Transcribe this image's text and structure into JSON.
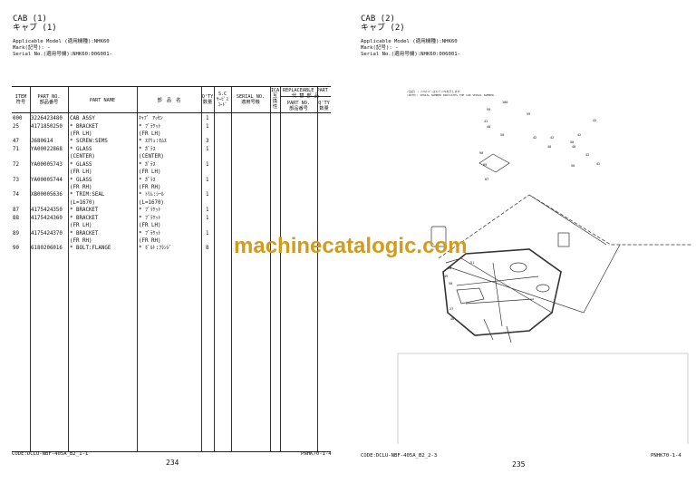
{
  "left_page": {
    "title_en": "CAB (1)",
    "title_jp": "キャブ (1)",
    "applicable_model": "Applicable Model (適用機種):NHK60",
    "mark": "Mark(記号): -",
    "serial": "Serial No.(適用号機):NHK60:006001-",
    "headers": {
      "item": "ITEM\n符号",
      "part_no": "PART NO.\n部品番号",
      "part_name": "PART NAME",
      "jp_name": "部　品　名",
      "qty": "Q'TY\n数量",
      "sc": "S.C\nｻｰﾋﾞｽ\nｺｰﾄﾞ",
      "serial": "SERIAL NO.\n適用号機",
      "ica": "ICA\n互\n換\n性",
      "replaceable": "REPLACEABLE PART\n代 替 部 品",
      "rep_part_no": "PART NO.\n部品番号",
      "rep_qty": "Q'TY\n数量"
    },
    "rows": [
      {
        "item": "000",
        "part_no": "3226423480",
        "name": [
          "CAB ASSY"
        ],
        "jp": [
          "ｷｬﾌﾞ ｱｯｾﾝ"
        ],
        "qty": "1"
      },
      {
        "item": "25",
        "part_no": "4171850250",
        "name": [
          "* BRACKET",
          "(FR LH)"
        ],
        "jp": [
          "* ﾌﾞﾗｹｯﾄ",
          "(FR LH)"
        ],
        "qty": "1"
      },
      {
        "item": "47",
        "part_no": "J680614",
        "name": [
          "* SCREW:SEMS"
        ],
        "jp": [
          "* ｽｸﾘｭ:ｾﾑｽ"
        ],
        "qty": "3"
      },
      {
        "item": "71",
        "part_no": "YA00022868",
        "name": [
          "* GLASS",
          "(CENTER)"
        ],
        "jp": [
          "* ｶﾞﾗｽ",
          "(CENTER)"
        ],
        "qty": "1"
      },
      {
        "item": "72",
        "part_no": "YA00005743",
        "name": [
          "* GLASS",
          "(FR LH)"
        ],
        "jp": [
          "* ｶﾞﾗｽ",
          "(FR LH)"
        ],
        "qty": "1"
      },
      {
        "item": "73",
        "part_no": "YA00005744",
        "name": [
          "* GLASS",
          "(FR RH)"
        ],
        "jp": [
          "* ｶﾞﾗｽ",
          "(FR RH)"
        ],
        "qty": "1"
      },
      {
        "item": "74",
        "part_no": "XB00005636",
        "name": [
          "* TRIM:SEAL",
          "(L=1670)"
        ],
        "jp": [
          "* ﾄﾘﾑ:ｼｰﾙ",
          "(L=1670)"
        ],
        "qty": "1"
      },
      {
        "item": "87",
        "part_no": "4175424350",
        "name": [
          "* BRACKET"
        ],
        "jp": [
          "* ﾌﾞﾗｹｯﾄ"
        ],
        "qty": "1"
      },
      {
        "item": "88",
        "part_no": "4175424360",
        "name": [
          "* BRACKET",
          "(FR LH)"
        ],
        "jp": [
          "* ﾌﾞﾗｹｯﾄ",
          "(FR LH)"
        ],
        "qty": "1"
      },
      {
        "item": "89",
        "part_no": "4175424370",
        "name": [
          "* BRACKET",
          "(FR RH)"
        ],
        "jp": [
          "* ﾌﾞﾗｹｯﾄ",
          "(FR RH)"
        ],
        "qty": "1"
      },
      {
        "item": "90",
        "part_no": "6180206016",
        "name": [
          "* BOLT:FLANGE"
        ],
        "jp": [
          "* ﾎﾞﾙﾄ:ﾌﾗﾝｼﾞ"
        ],
        "qty": "8"
      }
    ],
    "code": "CODE:DCLU-NBF-405A_B2_1-1",
    "ref": "PNHK70-1-4",
    "page_number": "234"
  },
  "right_page": {
    "title_en": "CAB (2)",
    "title_jp": "キャブ (2)",
    "applicable_model": "Applicable Model (適用機種):NHK60",
    "mark": "Mark(記号): -",
    "serial": "Serial No.(適用号機):NHK60:006001-",
    "diagram_note": "(注記) : ｼﾘｱﾙﾅﾝﾊﾞｰはｷｬﾌﾞｼﾘｱﾙを示します\n(NOTE): SERIAL NUMBER INDICATES THE CAB SERIAL NUMBER.",
    "callouts": [
      "100",
      "99",
      "59",
      "41",
      "40",
      "50",
      "42",
      "40",
      "42",
      "42",
      "50",
      "42",
      "40",
      "42",
      "50",
      "42",
      "90",
      "89",
      "87",
      "51",
      "88",
      "49",
      "50",
      "27",
      "48"
    ],
    "code": "CODE:DCLU-NBF-405A_B2_2-3",
    "ref": "PNHK70-1-4",
    "page_number": "235"
  },
  "watermark": "machinecatalogic.com"
}
